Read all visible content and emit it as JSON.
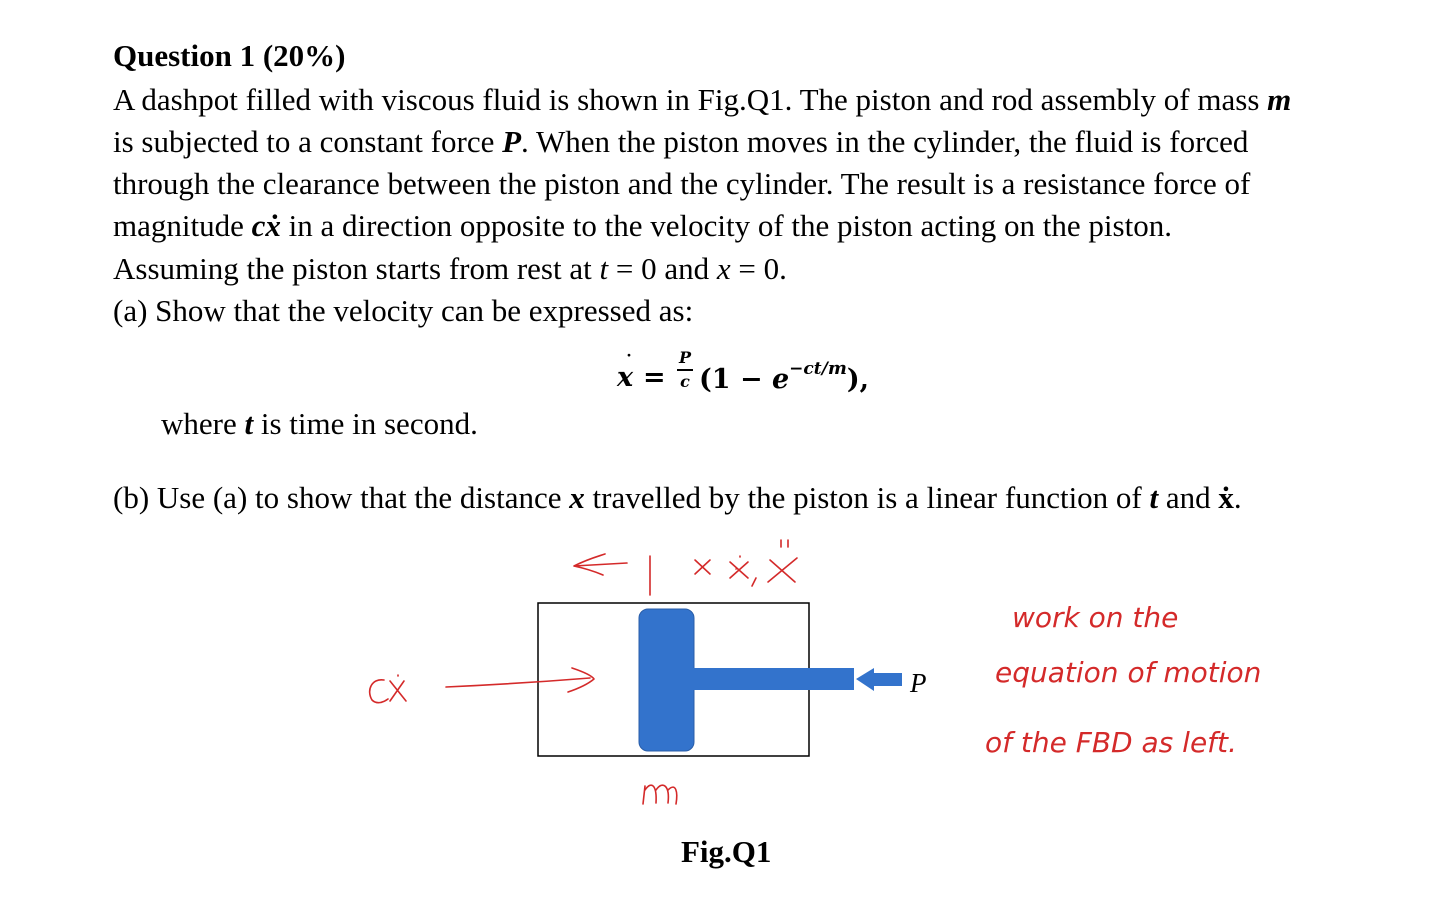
{
  "question": {
    "title": "Question 1 (20%)",
    "line1_a": "A dashpot filled with viscous fluid is shown in Fig.Q1.  The piston and rod assembly of mass ",
    "line1_m": "m",
    "line2_a": "is subjected to a constant force ",
    "line2_P": "P",
    "line2_b": ".  When the piston moves in the cylinder, the fluid is forced",
    "line3": "through the clearance between the piston and the cylinder.  The result is a resistance force of",
    "line4_a": "magnitude ",
    "line4_cx": "cẋ",
    "line4_b": " in a direction opposite to the velocity of the piston acting on the piston.",
    "line5_a": "Assuming the piston starts from rest at ",
    "line5_t": "t",
    "line5_b": " = 0 and ",
    "line5_x": "x",
    "line5_c": " = 0.",
    "part_a": "(a) Show that the velocity can be expressed as:",
    "where_a": "where ",
    "where_t": "t",
    "where_b": " is time in second.",
    "part_b_a": "(b) Use (a) to show that the distance ",
    "part_b_x": "x",
    "part_b_b": " travelled by the piston is a linear function of ",
    "part_b_t": "t",
    "part_b_c": " and ",
    "part_b_xd": "ẋ",
    "part_b_d": "."
  },
  "equation": {
    "lhs": "x",
    "dot": "˙",
    "equals": "=",
    "num": "P",
    "den": "c",
    "open": "(1 − ",
    "e": "e",
    "exp": "−ct",
    "slash": "/",
    "m": "m",
    "close": "),"
  },
  "figure": {
    "caption": "Fig.Q1",
    "force_label": "P",
    "colors": {
      "piston": "#3373cc",
      "annotation": "#d42a2a",
      "outline": "#000000"
    }
  },
  "annotations": {
    "handwriting_lines": [
      "work on the",
      "equation of motion",
      "of the FBD as left."
    ],
    "labels": [
      "cẋ",
      "x, ẋ, ẍ",
      "m"
    ]
  }
}
